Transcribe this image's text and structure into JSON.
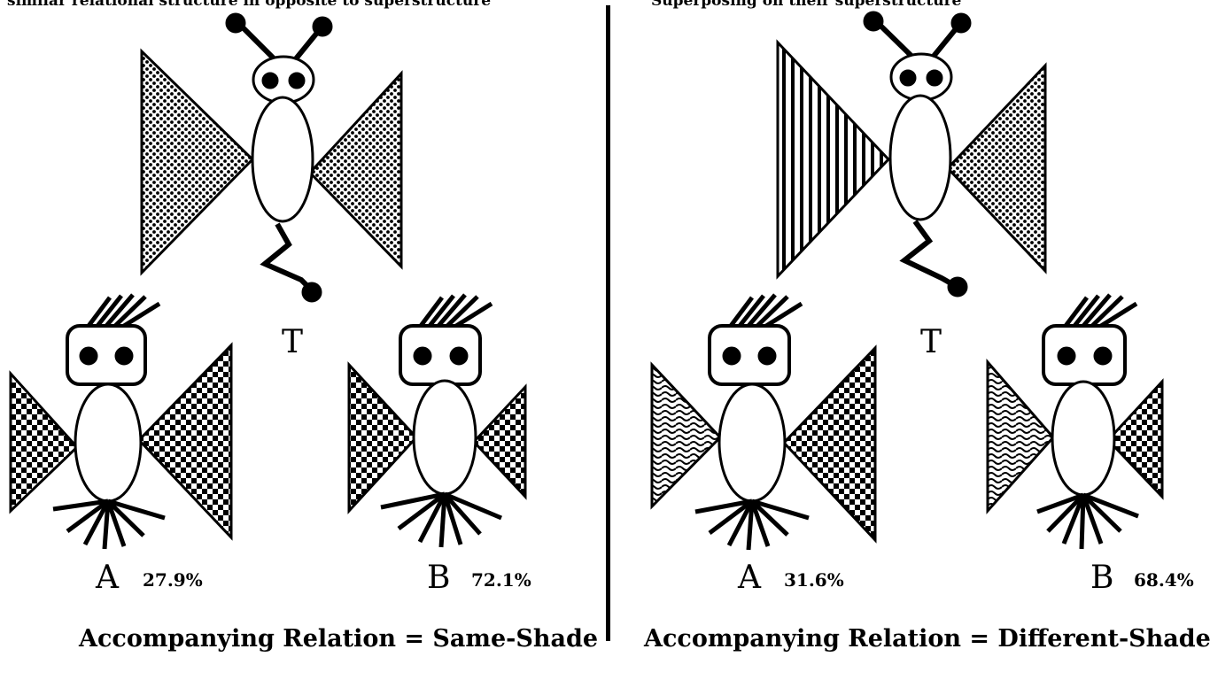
{
  "left": {
    "top_text": "similar relational structure in opposite to superstructure",
    "target_label": "T",
    "option_a": {
      "letter": "A",
      "percent": "27.9%"
    },
    "option_b": {
      "letter": "B",
      "percent": "72.1%"
    },
    "caption": "Accompanying Relation = Same-Shade"
  },
  "right": {
    "top_text": "Superposing on their superstructure",
    "target_label": "T",
    "option_a": {
      "letter": "A",
      "percent": "31.6%"
    },
    "option_b": {
      "letter": "B",
      "percent": "68.4%"
    },
    "caption": "Accompanying Relation = Different-Shade"
  },
  "colors": {
    "ink": "#000000",
    "paper": "#ffffff"
  }
}
